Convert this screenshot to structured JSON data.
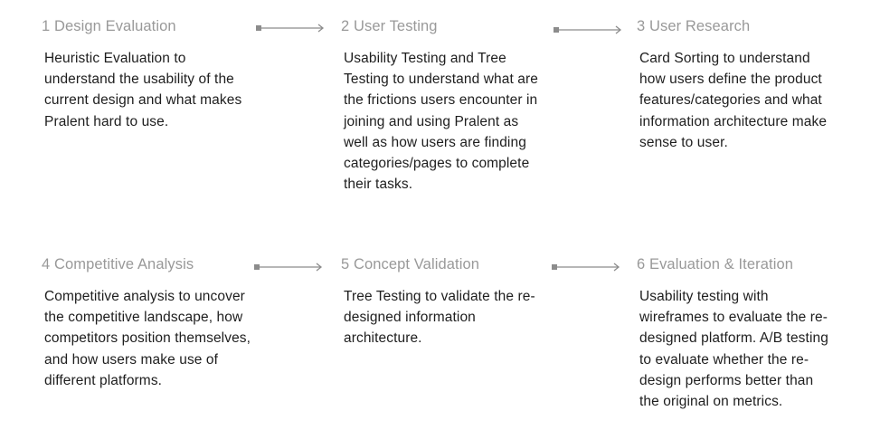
{
  "steps": [
    {
      "title": "1 Design Evaluation",
      "lines": [
        "Heuristic Evaluation to",
        "understand the usability of the",
        "current design and what makes",
        "Pralent hard to use."
      ]
    },
    {
      "title": "2 User Testing",
      "lines": [
        "Usability Testing and Tree",
        "Testing to understand what are",
        "the frictions users encounter in",
        "joining and using Pralent as",
        "well as how users are finding",
        "categories/pages to complete",
        "their tasks."
      ]
    },
    {
      "title": "3 User Research",
      "lines": [
        "Card Sorting to understand",
        "how users define the product",
        "features/categories and what",
        "information architecture make",
        "sense to user."
      ]
    },
    {
      "title": "4 Competitive Analysis",
      "lines": [
        "Competitive analysis to uncover",
        "the competitive landscape, how",
        "competitors position themselves,",
        "and how users make use of",
        "different platforms."
      ]
    },
    {
      "title": "5 Concept Validation",
      "lines": [
        "Tree Testing to validate the re-",
        "designed information",
        "architecture."
      ]
    },
    {
      "title": "6 Evaluation & Iteration",
      "lines": [
        "Usability testing with",
        "wireframes to evaluate the re-",
        "designed platform. A/B testing",
        "to evaluate whether the re-",
        "design performs better than",
        "the original on metrics."
      ]
    }
  ],
  "colors": {
    "title": "#999999",
    "text": "#1e1e1e",
    "arrow": "#8c8c8c",
    "background": "#ffffff"
  },
  "icons": {
    "connector": "arrow-right-icon"
  }
}
